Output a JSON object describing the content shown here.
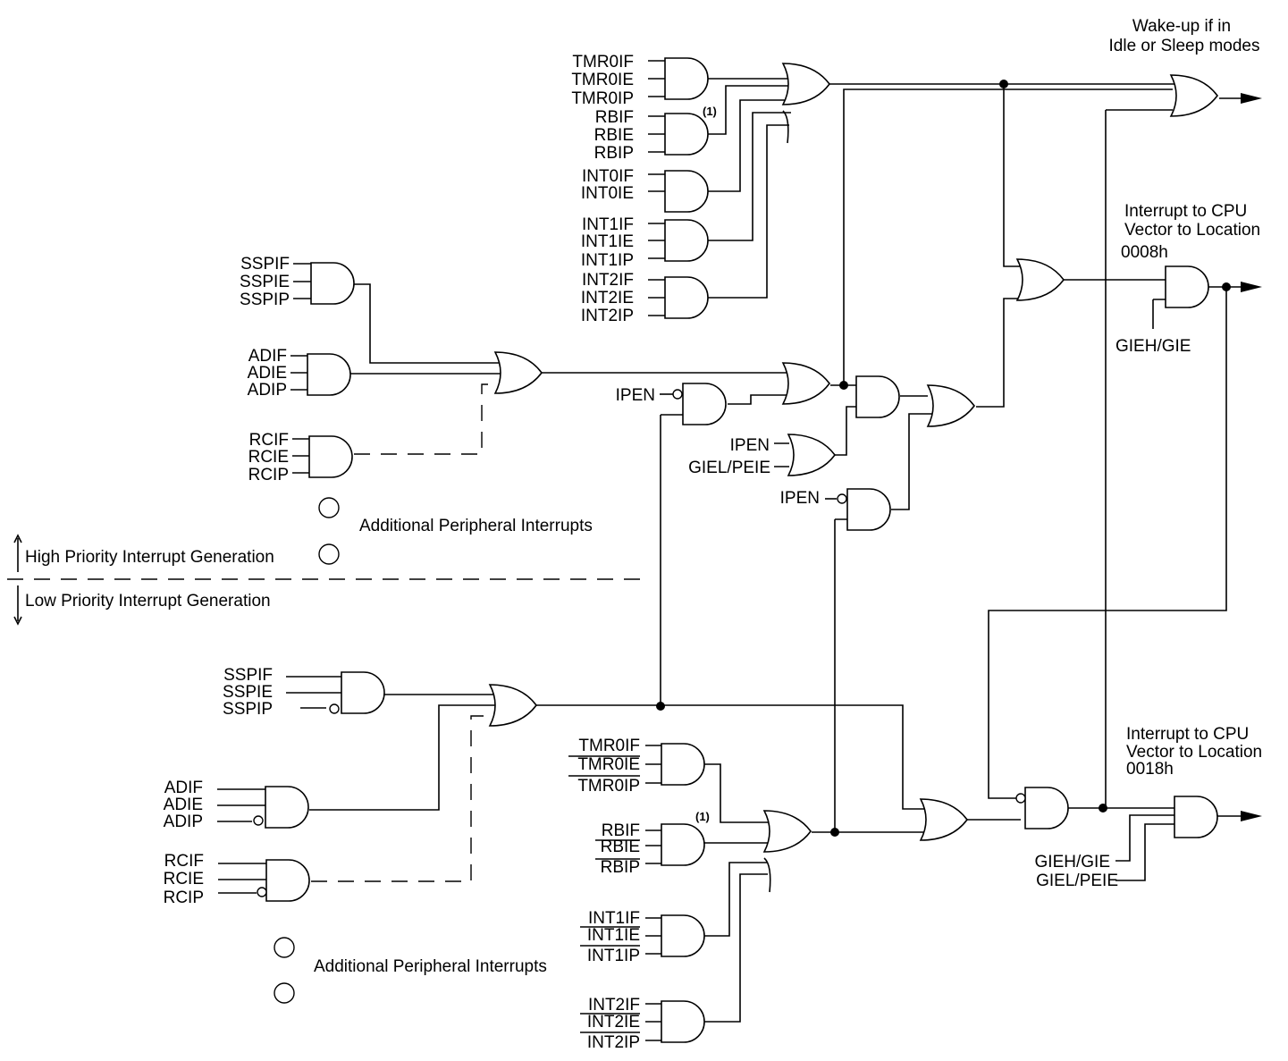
{
  "outputs": {
    "wake_line1": "Wake-up if in",
    "wake_line2": "Idle or Sleep modes",
    "high_line1": "Interrupt to CPU",
    "high_line2": "Vector to Location",
    "high_line3": "0008h",
    "low_line1": "Interrupt to CPU",
    "low_line2": "Vector to Location",
    "low_line3": "0018h"
  },
  "sections": {
    "high": "High Priority Interrupt Generation",
    "low": "Low Priority Interrupt Generation"
  },
  "note_marker": "(1)",
  "additional": "Additional Peripheral Interrupts",
  "control": {
    "gieh_gie": "GIEH/GIE",
    "giel_peie": "GIEL/PEIE",
    "ipen": "IPEN"
  },
  "inputs": {
    "hi_tmr0": [
      "TMR0IF",
      "TMR0IE",
      "TMR0IP"
    ],
    "hi_rb": [
      "RBIF",
      "RBIE",
      "RBIP"
    ],
    "hi_int0": [
      "INT0IF",
      "INT0IE"
    ],
    "hi_int1": [
      "INT1IF",
      "INT1IE",
      "INT1IP"
    ],
    "hi_int2": [
      "INT2IF",
      "INT2IE",
      "INT2IP"
    ],
    "hi_ssp": [
      "SSPIF",
      "SSPIE",
      "SSPIP"
    ],
    "hi_ad": [
      "ADIF",
      "ADIE",
      "ADIP"
    ],
    "hi_rc": [
      "RCIF",
      "RCIE",
      "RCIP"
    ],
    "lo_ssp": [
      "SSPIF",
      "SSPIE",
      "SSPIP"
    ],
    "lo_ad": [
      "ADIF",
      "ADIE",
      "ADIP"
    ],
    "lo_rc": [
      "RCIF",
      "RCIE",
      "RCIP"
    ],
    "lo_tmr0": [
      "TMR0IF",
      "TMR0IE",
      "TMR0IP"
    ],
    "lo_rb": [
      "RBIF",
      "RBIE",
      "RBIP"
    ],
    "lo_int1": [
      "INT1IF",
      "INT1IE",
      "INT1IP"
    ],
    "lo_int2": [
      "INT2IF",
      "INT2IE",
      "INT2IP"
    ]
  }
}
